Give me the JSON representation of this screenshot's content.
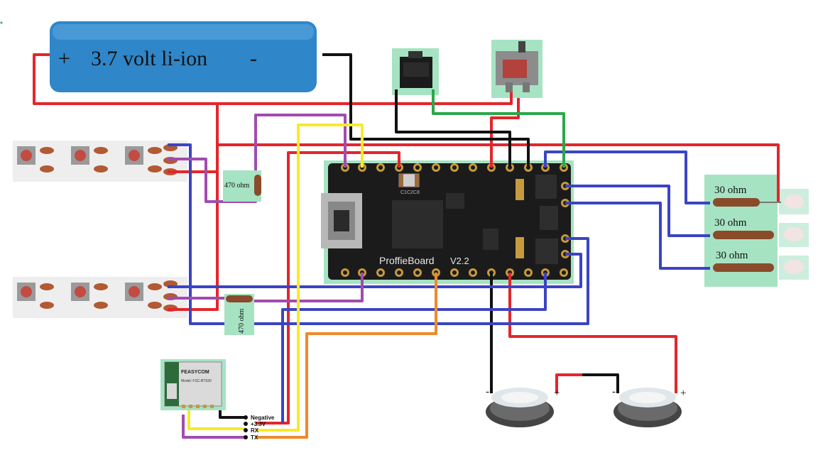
{
  "battery": {
    "plus_sign": "+",
    "label": "3.7 volt li-ion",
    "minus_sign": "-"
  },
  "board": {
    "name": "ProffieBoard",
    "version": "V2.2",
    "chip_code": "C1C2C8"
  },
  "resistors": {
    "left_top": "470 ohm",
    "left_bottom": "470 ohm",
    "right_1": "30 ohm",
    "right_2": "30 ohm",
    "right_3": "30 ohm"
  },
  "bluetooth": {
    "brand": "FEASYCOM",
    "model": "Model: FSC-BT630",
    "pins": [
      "Negative",
      "+3.3V",
      "RX",
      "TX"
    ]
  },
  "speakers": {
    "left_minus": "-",
    "left_plus": "+",
    "right_minus": "-",
    "right_plus": "+"
  },
  "colors": {
    "wire_red": "#e3262b",
    "wire_black": "#111111",
    "wire_blue": "#3b44c4",
    "wire_purple": "#a24bb0",
    "wire_yellow": "#f7ea2a",
    "wire_orange": "#ef8a2a",
    "wire_green": "#2aa84a",
    "battery_blue": "#2f86c9",
    "highlight_green": "#a6e3c3",
    "pcb_black": "#1b1b1b",
    "pad_gold": "#c69a3e"
  }
}
